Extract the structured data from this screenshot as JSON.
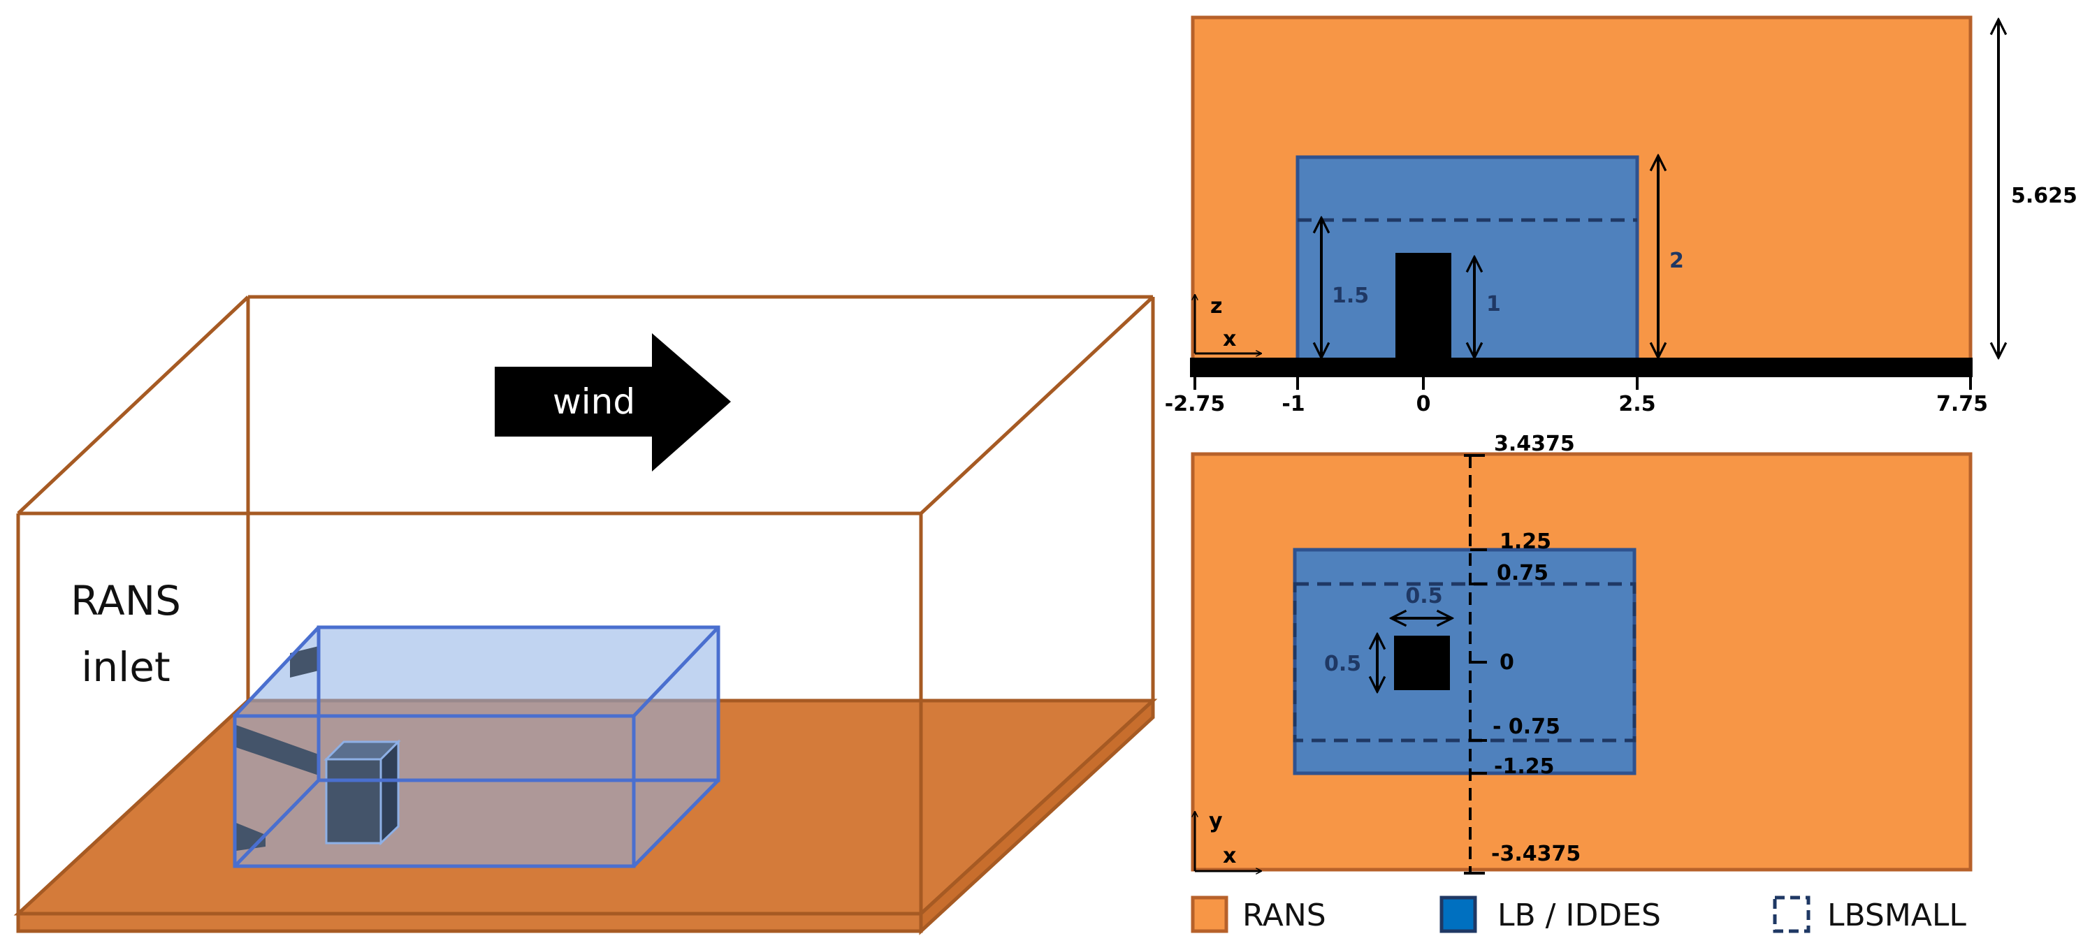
{
  "colors": {
    "rans": "#f79646",
    "rans_border": "#b7612a",
    "lb": "#4f81bd",
    "lb_border": "#2f528f",
    "lbsmall_dash": "#1f3864",
    "ground": "#d47b3a",
    "box_edge": "#a65a23",
    "lb_box_fill": "#8eb0e6",
    "building": "#44546a",
    "black": "#000000"
  },
  "left_view": {
    "wind_label": "wind",
    "inlet_label_line1": "RANS",
    "inlet_label_line2": "inlet"
  },
  "side_view": {
    "axis_vertical": "z",
    "axis_horizontal": "x",
    "x_ticks": [
      "-2.75",
      "-1",
      "0",
      "2.5",
      "7.75"
    ],
    "dim_lbsmall_height": "1.5",
    "dim_building_height": "1",
    "dim_lb_height": "2",
    "dim_domain_height": "5.625"
  },
  "top_view": {
    "axis_vertical": "y",
    "axis_horizontal": "x",
    "y_ticks": [
      "3.4375",
      "1.25",
      "0.75",
      "0",
      "- 0.75",
      "-1.25",
      "-3.4375"
    ],
    "dim_building_width_x": "0.5",
    "dim_building_width_y": "0.5"
  },
  "legend": {
    "items": [
      {
        "label": "RANS"
      },
      {
        "label": "LB / IDDES"
      },
      {
        "label": "LBSMALL"
      }
    ]
  }
}
